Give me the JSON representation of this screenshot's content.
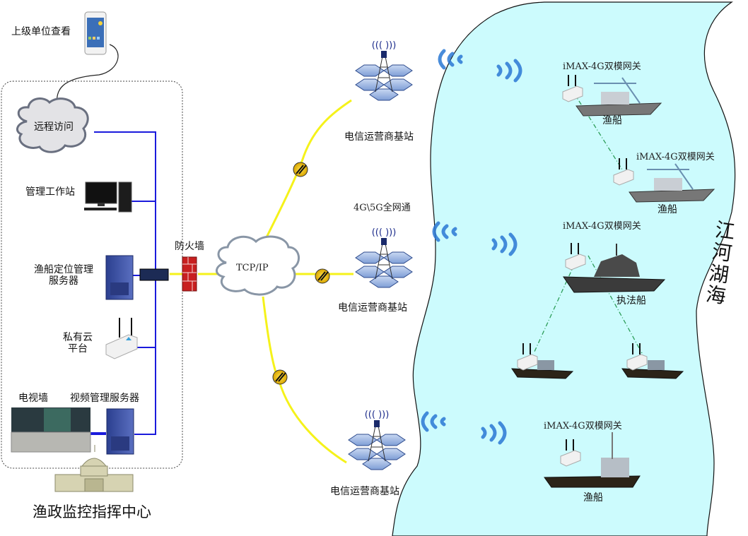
{
  "diagram": {
    "title": "渔政监控指挥中心",
    "sea_label": "江河湖海",
    "colors": {
      "lan_line": "#1a1adc",
      "wan_line": "#f5f21a",
      "sea_fill": "#ccfbfd",
      "link_dash": "#2e9e5a",
      "wave": "#2a78d4"
    },
    "command_center": {
      "remote_viewer": "上级单位查看",
      "remote_access": "远程访问",
      "workstation": "管理工作站",
      "positioning_server_line1": "渔船定位管理",
      "positioning_server_line2": "服务器",
      "private_cloud_line1": "私有云",
      "private_cloud_line2": "平台",
      "video_wall": "电视墙",
      "video_server": "视频管理服务器",
      "firewall": "防火墙"
    },
    "network": {
      "core": "TCP/IP",
      "network_note": "4G\\5G全网通",
      "base_stations": [
        {
          "label": "电信运营商基站"
        },
        {
          "label": "电信运营商基站"
        },
        {
          "label": "电信运营商基站"
        }
      ]
    },
    "vessels": [
      {
        "gateway": "iMAX-4G双模网关",
        "label": "渔船"
      },
      {
        "gateway": "iMAX-4G双模网关",
        "label": "渔船"
      },
      {
        "gateway": "iMAX-4G双模网关",
        "label": "执法船"
      },
      {
        "gateway": "",
        "label": ""
      },
      {
        "gateway": "",
        "label": ""
      },
      {
        "gateway": "iMAX-4G双模网关",
        "label": "渔船"
      }
    ]
  }
}
